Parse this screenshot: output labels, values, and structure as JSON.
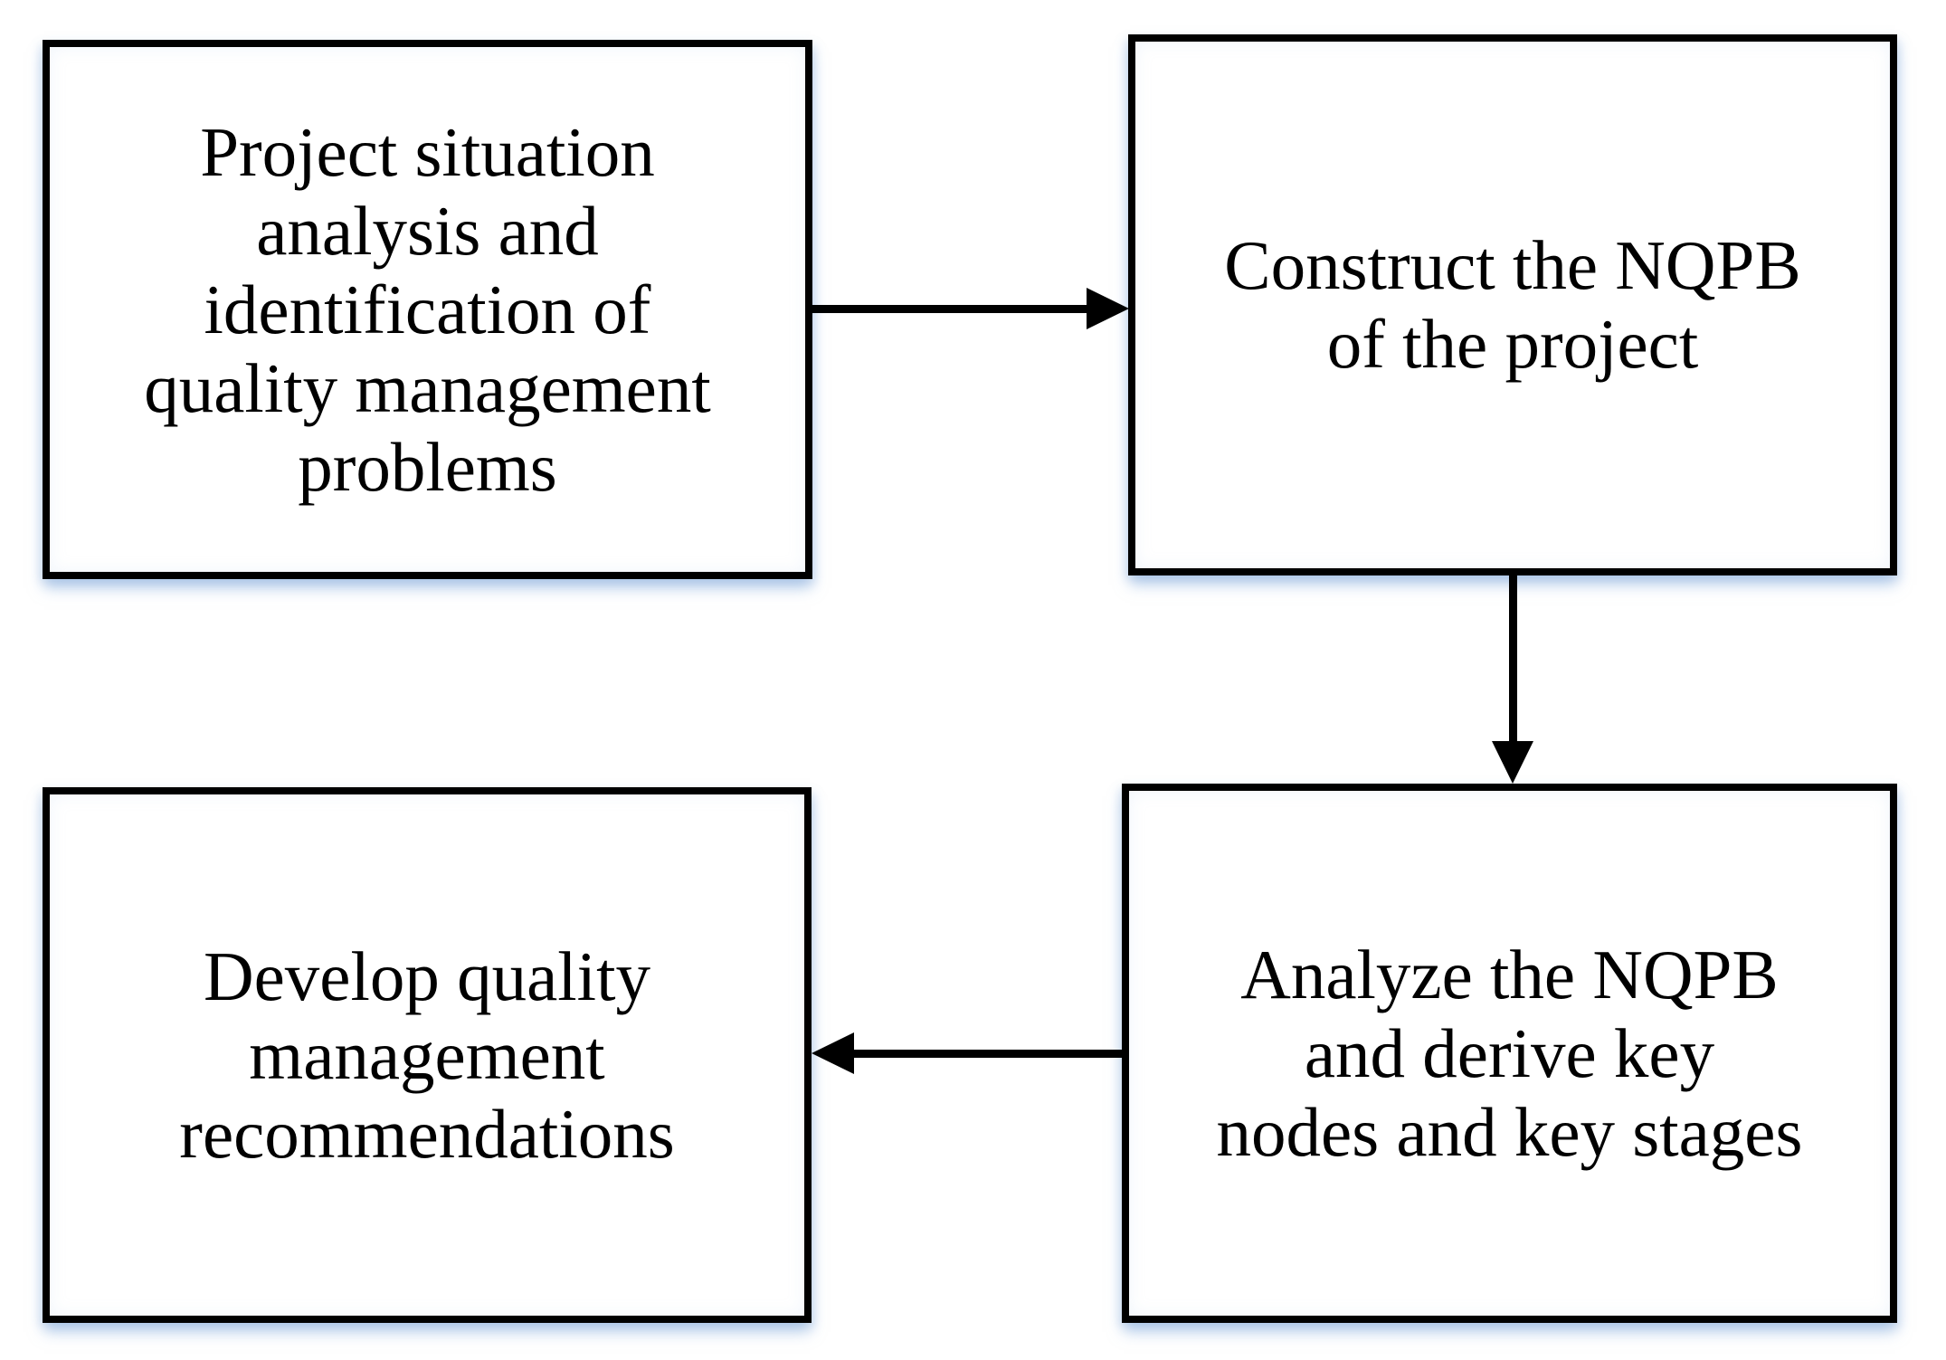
{
  "diagram": {
    "type": "flowchart",
    "background_color": "#ffffff",
    "box_style": {
      "border_color": "#000000",
      "fill_color": "#ffffff",
      "text_color": "#000000",
      "shadow_color": "#c9dcf0"
    },
    "boxes": [
      {
        "id": "project-analysis",
        "label": "Project situation\nanalysis and\nidentification of\nquality management\nproblems"
      },
      {
        "id": "construct-nqpb",
        "label": "Construct the NQPB\nof the project"
      },
      {
        "id": "analyze-nqpb",
        "label": "Analyze the NQPB\nand derive key\nnodes and key stages"
      },
      {
        "id": "develop-recs",
        "label": "Develop quality\nmanagement\nrecommendations"
      }
    ],
    "connections": [
      {
        "from": "project-analysis",
        "to": "construct-nqpb",
        "direction": "right"
      },
      {
        "from": "construct-nqpb",
        "to": "analyze-nqpb",
        "direction": "down"
      },
      {
        "from": "analyze-nqpb",
        "to": "develop-recs",
        "direction": "left"
      }
    ]
  }
}
